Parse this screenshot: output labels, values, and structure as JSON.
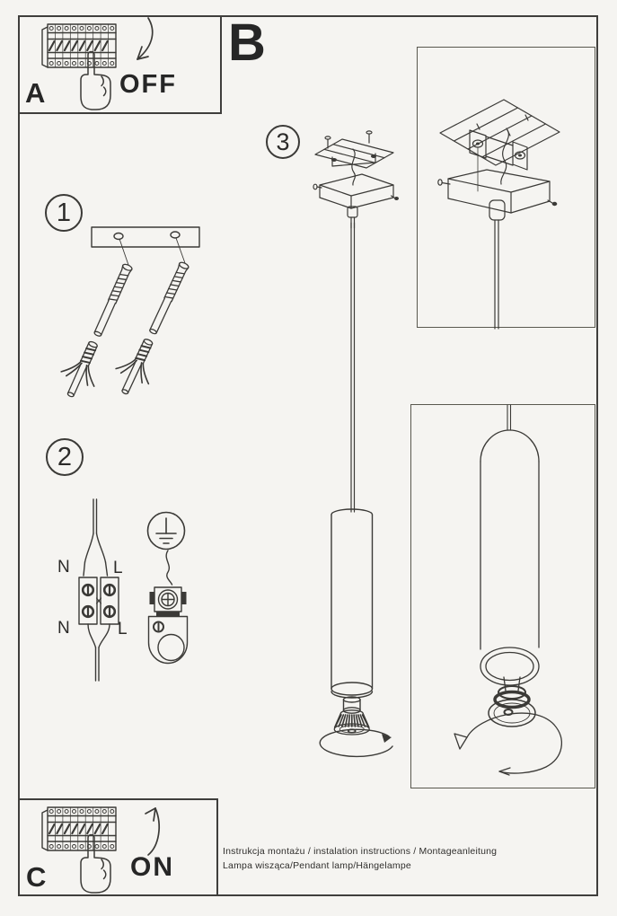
{
  "colors": {
    "paper": "#f5f4f1",
    "ink": "#3b3a37"
  },
  "sections": {
    "breaker_off": {
      "label": "A",
      "state": "OFF"
    },
    "overview": {
      "label": "B"
    },
    "breaker_on": {
      "label": "C",
      "state": "ON"
    }
  },
  "steps": {
    "step1": {
      "number": "1"
    },
    "step2": {
      "number": "2",
      "terminals": {
        "top_n": "N",
        "top_l": "L",
        "bottom_n": "N",
        "bottom_l": "L"
      }
    },
    "step3": {
      "number": "3"
    }
  },
  "footer": {
    "line1": "Instrukcja montażu / instalation instructions / Montageanleitung",
    "line2": "Lampa wisząca/Pendant lamp/Hängelampe"
  }
}
